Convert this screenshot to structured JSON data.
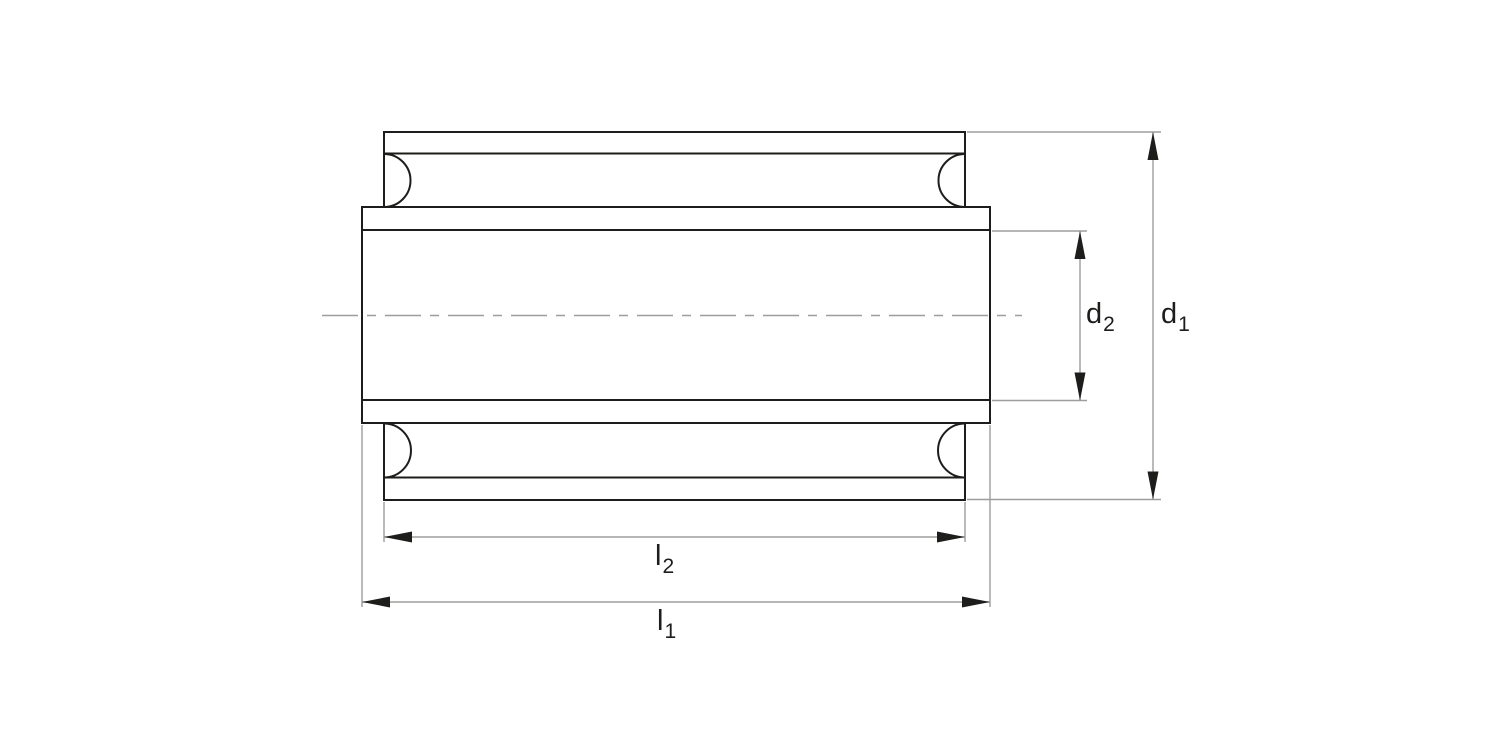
{
  "drawing": {
    "kind": "bearing-cross-section-dimension-drawing",
    "colors": {
      "background": "#ffffff",
      "part_outline": "#1d1d1b",
      "dimension_lines": "#9d9d9c",
      "arrowheads": "#1d1d1b",
      "label_text": "#1d1d1b"
    },
    "dimensions": {
      "d1": {
        "base": "d",
        "sub": "1"
      },
      "d2": {
        "base": "d",
        "sub": "2"
      },
      "l1": {
        "base": "l",
        "sub": "1"
      },
      "l2": {
        "base": "l",
        "sub": "2"
      }
    }
  }
}
